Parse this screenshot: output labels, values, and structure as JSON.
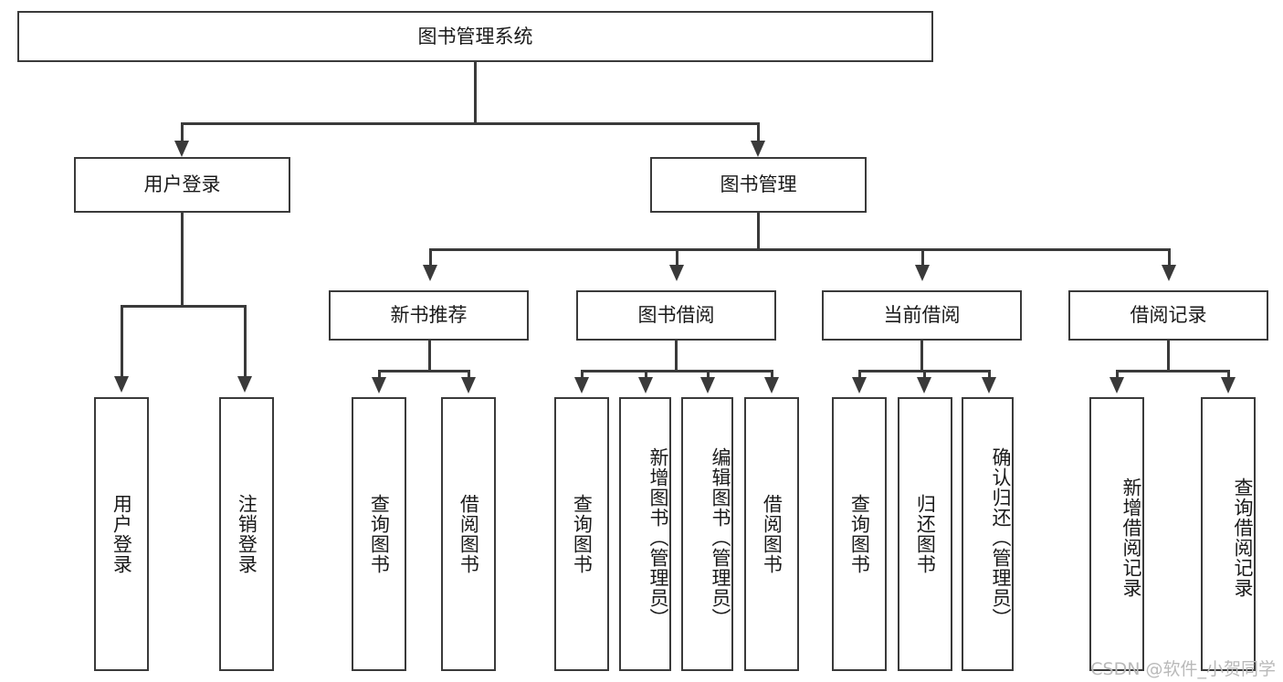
{
  "diagram": {
    "title": "图书管理系统",
    "type": "hierarchy-tree",
    "watermark": "CSDN @软件_小贺同学",
    "colors": {
      "stroke": "#3a3a3a",
      "fill": "#ffffff",
      "text": "#1a1a1a",
      "watermark": "#b9b9b9"
    }
  },
  "root": {
    "label": "图书管理系统"
  },
  "level1": [
    {
      "label": "用户登录"
    },
    {
      "label": "图书管理"
    }
  ],
  "level2": [
    {
      "label": "新书推荐"
    },
    {
      "label": "图书借阅"
    },
    {
      "label": "当前借阅"
    },
    {
      "label": "借阅记录"
    }
  ],
  "leaves": {
    "user_login": [
      {
        "label": "用户登录"
      },
      {
        "label": "注销登录"
      }
    ],
    "new_book_recommend": [
      {
        "label": "查询图书"
      },
      {
        "label": "借阅图书"
      }
    ],
    "book_borrow": [
      {
        "label": "查询图书"
      },
      {
        "label": "新增图书（管理员）"
      },
      {
        "label": "编辑图书（管理员）"
      },
      {
        "label": "借阅图书"
      }
    ],
    "current_borrow": [
      {
        "label": "查询图书"
      },
      {
        "label": "归还图书"
      },
      {
        "label": "确认归还（管理员）"
      }
    ],
    "borrow_record": [
      {
        "label": "新增借阅记录"
      },
      {
        "label": "查询借阅记录"
      }
    ]
  }
}
